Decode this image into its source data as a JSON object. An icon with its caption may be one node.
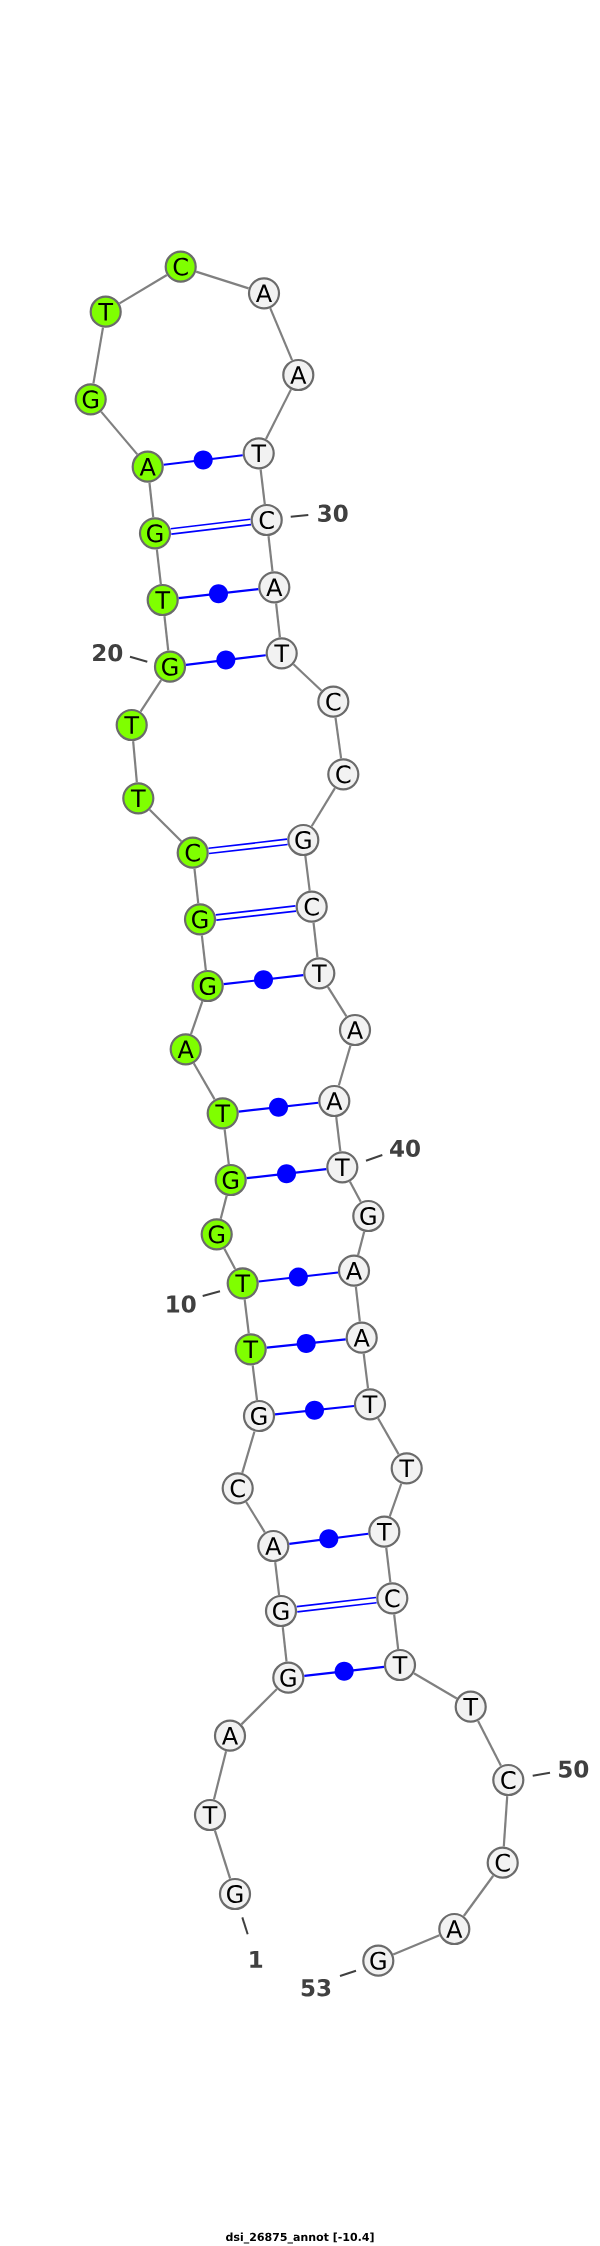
{
  "diagram": {
    "caption": "dsi_26875_annot [-10.4]",
    "nodes": [
      {
        "text": [
          "G"
        ],
        "beside": [
          "1"
        ]
      },
      {
        "text": [
          "T"
        ]
      },
      {
        "text": [
          "A"
        ]
      },
      {
        "text": [
          "G"
        ]
      },
      {
        "text": [
          "G"
        ]
      },
      {
        "text": [
          "A"
        ]
      },
      {
        "text": [
          "C"
        ]
      },
      {
        "text": [
          "G"
        ]
      },
      {
        "text": [
          "T"
        ]
      },
      {
        "text": [
          "T"
        ],
        "beside": [
          "10"
        ]
      },
      {
        "text": [
          "G"
        ]
      },
      {
        "text": [
          "G"
        ]
      },
      {
        "text": [
          "T"
        ]
      },
      {
        "text": [
          "A"
        ]
      },
      {
        "text": [
          "G"
        ]
      },
      {
        "text": [
          "G"
        ]
      },
      {
        "text": [
          "C"
        ]
      },
      {
        "text": [
          "T"
        ]
      },
      {
        "text": [
          "T"
        ]
      },
      {
        "text": [
          "G"
        ],
        "beside": [
          "20"
        ]
      },
      {
        "text": [
          "T"
        ]
      },
      {
        "text": [
          "G"
        ]
      },
      {
        "text": [
          "A"
        ]
      },
      {
        "text": [
          "G"
        ]
      },
      {
        "text": [
          "T"
        ]
      },
      {
        "text": [
          "C"
        ]
      },
      {
        "text": [
          "A"
        ]
      },
      {
        "text": [
          "A"
        ]
      },
      {
        "text": [
          "T"
        ]
      },
      {
        "text": [
          "C"
        ],
        "beside": [
          "30"
        ]
      },
      {
        "text": [
          "A"
        ]
      },
      {
        "text": [
          "T"
        ]
      },
      {
        "text": [
          "C"
        ]
      },
      {
        "text": [
          "C"
        ]
      },
      {
        "text": [
          "G"
        ]
      },
      {
        "text": [
          "C"
        ]
      },
      {
        "text": [
          "T"
        ]
      },
      {
        "text": [
          "A"
        ]
      },
      {
        "text": [
          "A"
        ]
      },
      {
        "text": [
          "T"
        ],
        "beside": [
          "40"
        ]
      },
      {
        "text": [
          "G"
        ]
      },
      {
        "text": [
          "A"
        ]
      },
      {
        "text": [
          "A"
        ]
      },
      {
        "text": [
          "T"
        ]
      },
      {
        "text": [
          "T"
        ]
      },
      {
        "text": [
          "T"
        ]
      },
      {
        "text": [
          "C"
        ]
      },
      {
        "text": [
          "T"
        ]
      },
      {
        "text": [
          "T"
        ]
      },
      {
        "text": [
          "C"
        ],
        "beside": [
          "50"
        ]
      },
      {
        "text": [
          "C"
        ]
      },
      {
        "text": [
          "A"
        ]
      },
      {
        "text": [
          "G"
        ],
        "beside": [
          "53"
        ]
      }
    ],
    "edges": [
      {
        "from": 0,
        "to": 1,
        "arrow": "none"
      },
      {
        "from": 1,
        "to": 2,
        "arrow": "none"
      },
      {
        "from": 2,
        "to": 3,
        "arrow": "none"
      },
      {
        "from": 3,
        "to": 4,
        "arrow": "none"
      },
      {
        "from": 4,
        "to": 5,
        "arrow": "none"
      },
      {
        "from": 5,
        "to": 6,
        "arrow": "none"
      },
      {
        "from": 6,
        "to": 7,
        "arrow": "none"
      },
      {
        "from": 7,
        "to": 8,
        "arrow": "none"
      },
      {
        "from": 8,
        "to": 9,
        "arrow": "none"
      },
      {
        "from": 9,
        "to": 10,
        "arrow": "none"
      },
      {
        "from": 10,
        "to": 11,
        "arrow": "none"
      },
      {
        "from": 11,
        "to": 12,
        "arrow": "none"
      },
      {
        "from": 12,
        "to": 13,
        "arrow": "none"
      },
      {
        "from": 13,
        "to": 14,
        "arrow": "none"
      },
      {
        "from": 14,
        "to": 15,
        "arrow": "none"
      },
      {
        "from": 15,
        "to": 16,
        "arrow": "none"
      },
      {
        "from": 16,
        "to": 17,
        "arrow": "none"
      },
      {
        "from": 17,
        "to": 18,
        "arrow": "none"
      },
      {
        "from": 18,
        "to": 19,
        "arrow": "none"
      },
      {
        "from": 19,
        "to": 20,
        "arrow": "none"
      },
      {
        "from": 20,
        "to": 21,
        "arrow": "none"
      },
      {
        "from": 21,
        "to": 22,
        "arrow": "none"
      },
      {
        "from": 22,
        "to": 23,
        "arrow": "none"
      },
      {
        "from": 23,
        "to": 24,
        "arrow": "none"
      },
      {
        "from": 24,
        "to": 25,
        "arrow": "none"
      },
      {
        "from": 25,
        "to": 26,
        "arrow": "none"
      },
      {
        "from": 26,
        "to": 27,
        "arrow": "none"
      },
      {
        "from": 27,
        "to": 28,
        "arrow": "none"
      },
      {
        "from": 28,
        "to": 29,
        "arrow": "none"
      },
      {
        "from": 29,
        "to": 30,
        "arrow": "none"
      },
      {
        "from": 30,
        "to": 31,
        "arrow": "none"
      },
      {
        "from": 31,
        "to": 32,
        "arrow": "none"
      },
      {
        "from": 32,
        "to": 33,
        "arrow": "none"
      },
      {
        "from": 33,
        "to": 34,
        "arrow": "none"
      },
      {
        "from": 34,
        "to": 35,
        "arrow": "none"
      },
      {
        "from": 35,
        "to": 36,
        "arrow": "none"
      },
      {
        "from": 36,
        "to": 37,
        "arrow": "none"
      },
      {
        "from": 37,
        "to": 38,
        "arrow": "none"
      },
      {
        "from": 38,
        "to": 39,
        "arrow": "none"
      },
      {
        "from": 39,
        "to": 40,
        "arrow": "none"
      },
      {
        "from": 40,
        "to": 41,
        "arrow": "none"
      },
      {
        "from": 41,
        "to": 42,
        "arrow": "none"
      },
      {
        "from": 42,
        "to": 43,
        "arrow": "none"
      },
      {
        "from": 43,
        "to": 44,
        "arrow": "none"
      },
      {
        "from": 44,
        "to": 45,
        "arrow": "none"
      },
      {
        "from": 45,
        "to": 46,
        "arrow": "none"
      },
      {
        "from": 46,
        "to": 47,
        "arrow": "none"
      },
      {
        "from": 47,
        "to": 48,
        "arrow": "none"
      },
      {
        "from": 48,
        "to": 49,
        "arrow": "none"
      },
      {
        "from": 49,
        "to": 50,
        "arrow": "none"
      },
      {
        "from": 50,
        "to": 51,
        "arrow": "none"
      },
      {
        "from": 51,
        "to": 52,
        "arrow": "none"
      },
      {
        "from": 22,
        "to": 28,
        "arrow": "none",
        "color": "#0000ff"
      },
      {
        "from": 21,
        "to": 29,
        "arrow": "none",
        "style": "thick",
        "color": "#0000ff"
      },
      {
        "from": 20,
        "to": 30,
        "arrow": "none",
        "color": "#0000ff"
      },
      {
        "from": 19,
        "to": 31,
        "arrow": "none",
        "color": "#0000ff"
      },
      {
        "from": 16,
        "to": 34,
        "arrow": "none",
        "style": "thick",
        "color": "#0000ff"
      },
      {
        "from": 15,
        "to": 35,
        "arrow": "none",
        "style": "thick",
        "color": "#0000ff"
      },
      {
        "from": 14,
        "to": 36,
        "arrow": "none",
        "color": "#0000ff"
      },
      {
        "from": 12,
        "to": 38,
        "arrow": "none",
        "color": "#0000ff"
      },
      {
        "from": 11,
        "to": 39,
        "arrow": "none",
        "color": "#0000ff"
      },
      {
        "from": 9,
        "to": 41,
        "arrow": "none",
        "color": "#0000ff"
      },
      {
        "from": 8,
        "to": 42,
        "arrow": "none",
        "color": "#0000ff"
      },
      {
        "from": 7,
        "to": 43,
        "arrow": "none",
        "color": "#0000ff"
      },
      {
        "from": 5,
        "to": 45,
        "arrow": "none",
        "color": "#0000ff"
      },
      {
        "from": 4,
        "to": 46,
        "arrow": "none",
        "style": "thick",
        "color": "#0000ff"
      },
      {
        "from": 3,
        "to": 47,
        "arrow": "none",
        "color": "#0000ff"
      }
    ]
  }
}
